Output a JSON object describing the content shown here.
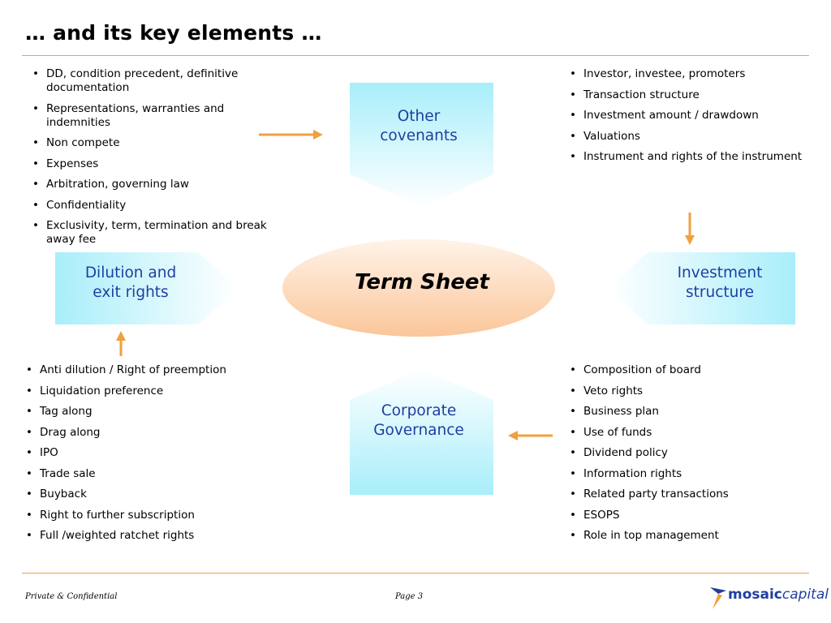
{
  "title": "… and its key elements …",
  "center": "Term Sheet",
  "shapes": {
    "top": "Other covenants",
    "left": "Dilution and exit rights",
    "right": "Investment structure",
    "bottom": "Corporate Governance"
  },
  "lists": {
    "top_left": [
      "DD, condition precedent, definitive documentation",
      "Representations, warranties and indemnities",
      "Non compete",
      "Expenses",
      "Arbitration, governing law",
      "Confidentiality",
      "Exclusivity, term, termination and break away fee"
    ],
    "top_right": [
      "Investor, investee, promoters",
      "Transaction structure",
      "Investment amount / drawdown",
      "Valuations",
      "Instrument and rights of the instrument"
    ],
    "bottom_left": [
      "Anti dilution / Right of preemption",
      "Liquidation preference",
      "Tag along",
      "Drag along",
      "IPO",
      "Trade sale",
      "Buyback",
      "Right to further subscription",
      "Full /weighted ratchet rights"
    ],
    "bottom_right": [
      "Composition of board",
      "Veto rights",
      "Business plan",
      "Use of funds",
      "Dividend policy",
      "Information rights",
      "Related party transactions",
      "ESOPS",
      "Role in top management"
    ]
  },
  "footer": {
    "confidential": "Private & Confidential",
    "page": "Page 3"
  },
  "logo": {
    "part1": "mosaic",
    "part2": "capital"
  },
  "colors": {
    "accent_orange": "#f0a040",
    "arrow_orange": "#f0a040",
    "label_blue": "#1f3fa0",
    "shape_cyan": "#a8eefa",
    "ellipse_peach": "#fbc69a"
  }
}
